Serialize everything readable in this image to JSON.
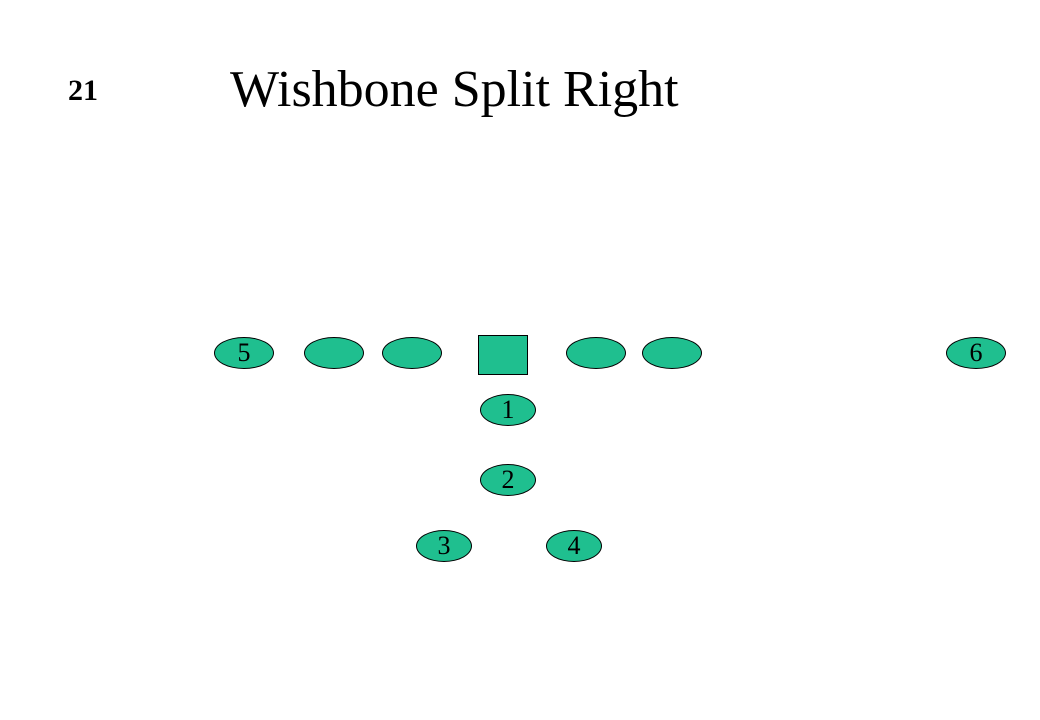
{
  "play": {
    "number": "21",
    "title": "Wishbone Split Right"
  },
  "colors": {
    "player_fill": "#1fbf8f",
    "player_stroke": "#000000"
  },
  "players": {
    "left_end": "5",
    "left_tackle": "",
    "left_guard": "",
    "center": "",
    "right_guard": "",
    "right_tackle": "",
    "split_end": "6",
    "quarterback": "1",
    "fullback": "2",
    "left_halfback": "3",
    "right_halfback": "4"
  }
}
